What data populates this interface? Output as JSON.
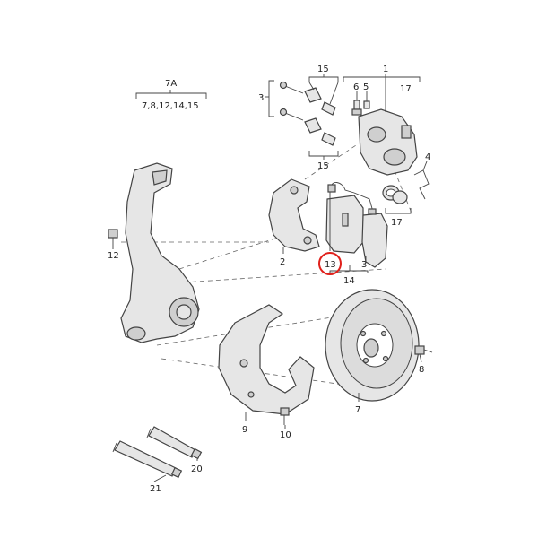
{
  "labels": {
    "l1": "1",
    "l2": "2",
    "l3_top": "3",
    "l3_pad": "3",
    "l4": "4",
    "l5": "5",
    "l6": "6",
    "l7": "7",
    "l7a": "7A",
    "l7a_list": "7,8,12,14,15",
    "l8": "8",
    "l9": "9",
    "l10": "10",
    "l12": "12",
    "l13": "13",
    "l14": "14",
    "l15_top": "15",
    "l15_bot": "15",
    "l17_top": "17",
    "l17_bot": "17",
    "l20": "20",
    "l21": "21"
  },
  "colors": {
    "highlight": "#e0201b",
    "line": "#444444",
    "part_fill": "#e6e6e6"
  }
}
